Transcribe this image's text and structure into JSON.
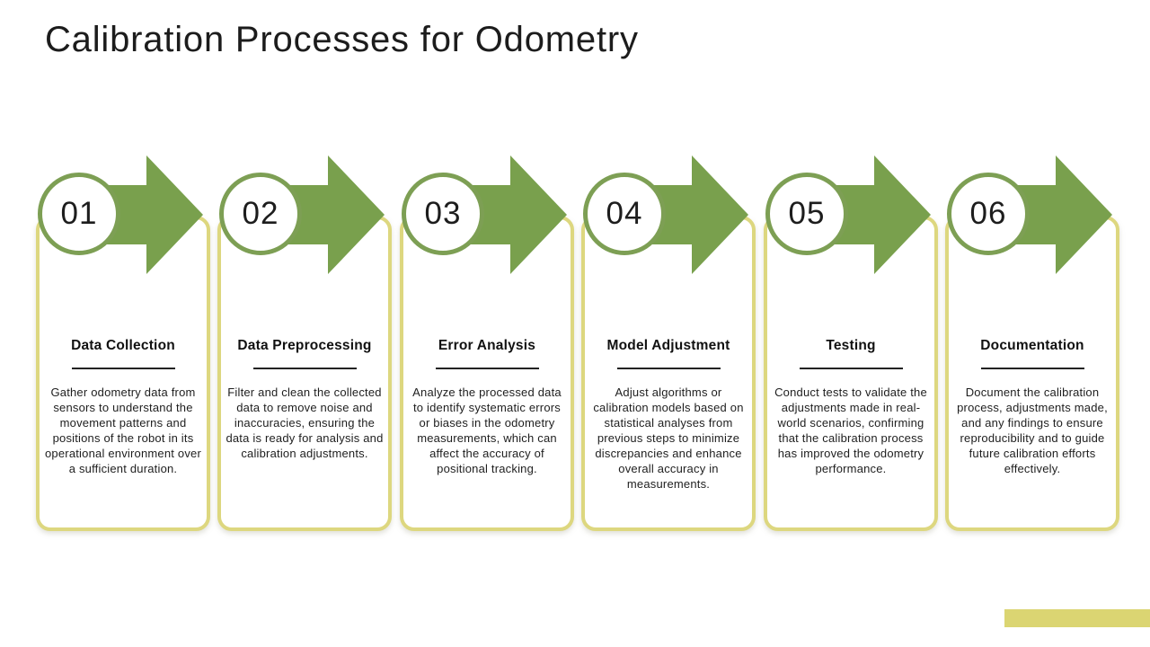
{
  "slide": {
    "title": "Calibration Processes for Odometry",
    "colors": {
      "arrow_green": "#79a04d",
      "circle_ring_green": "#7d9f54",
      "card_border_khaki": "#ddd77f",
      "footer_bar_khaki": "#dbd572",
      "text": "#1c1c1c"
    },
    "steps": [
      {
        "number": "01",
        "title": "Data Collection",
        "description": "Gather odometry data from sensors to understand the movement patterns and positions of the robot in its operational environment over a sufficient duration."
      },
      {
        "number": "02",
        "title": "Data Preprocessing",
        "description": "Filter and clean the collected data to remove noise and inaccuracies, ensuring the data is ready for analysis and calibration adjustments."
      },
      {
        "number": "03",
        "title": "Error Analysis",
        "description": "Analyze the processed data to identify systematic errors or biases in the odometry measurements, which can affect the accuracy of positional tracking."
      },
      {
        "number": "04",
        "title": "Model Adjustment",
        "description": "Adjust algorithms or calibration models based on statistical analyses from previous steps to minimize discrepancies and enhance overall accuracy in measurements."
      },
      {
        "number": "05",
        "title": "Testing",
        "description": "Conduct tests to validate the adjustments made in real-world scenarios, confirming that the calibration process has improved the odometry performance."
      },
      {
        "number": "06",
        "title": "Documentation",
        "description": "Document the calibration process, adjustments made, and any findings to ensure reproducibility and to guide future calibration efforts effectively."
      }
    ]
  }
}
